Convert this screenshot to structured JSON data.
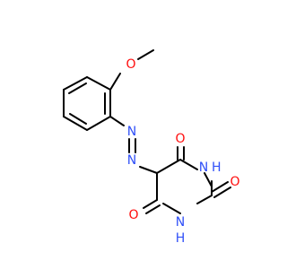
{
  "atoms": {
    "methoxy_o": {
      "symbol": "O",
      "color": "#ff0d0d"
    },
    "azo_n1": {
      "symbol": "N",
      "color": "#3050f8"
    },
    "azo_n2": {
      "symbol": "N",
      "color": "#3050f8"
    },
    "carbonyl_o_top": {
      "symbol": "O",
      "color": "#ff0d0d"
    },
    "carbonyl_o_right": {
      "symbol": "O",
      "color": "#ff0d0d"
    },
    "carbonyl_o_bottom": {
      "symbol": "O",
      "color": "#ff0d0d"
    },
    "ring_nh_top": {
      "symbol": "N",
      "h": "H",
      "color": "#3050f8"
    },
    "ring_nh_bottom": {
      "symbol": "N",
      "h": "H",
      "color": "#3050f8"
    }
  },
  "colors": {
    "bond": "#000000",
    "oxygen": "#ff0d0d",
    "nitrogen": "#3050f8",
    "background": "#ffffff"
  }
}
